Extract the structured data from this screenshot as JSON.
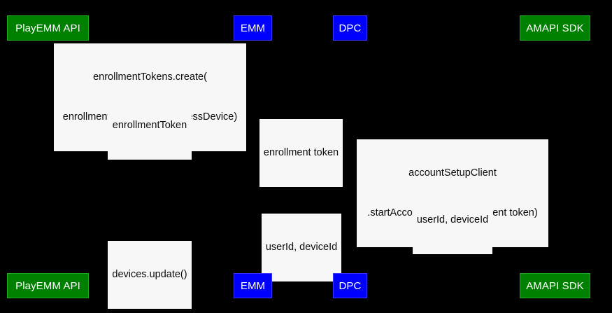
{
  "diagram": {
    "type": "uml-sequence-diagram",
    "background_color": "#000000",
    "participant_colors": {
      "green_fill": "#008000",
      "green_border": "#22aa22",
      "blue_fill": "#0000ff",
      "blue_border": "#3a3aff",
      "participant_text": "#ffffff",
      "label_fill": "#f7f7f7",
      "label_text": "#0c0c0c"
    },
    "participants_top": [
      {
        "label": "PlayEMM API",
        "color": "green"
      },
      {
        "label": "EMM",
        "color": "blue"
      },
      {
        "label": "DPC",
        "color": "blue"
      },
      {
        "label": "AMAPI SDK",
        "color": "green"
      }
    ],
    "participants_bottom": [
      {
        "label": "PlayEMM API",
        "color": "green"
      },
      {
        "label": "EMM",
        "color": "blue"
      },
      {
        "label": "DPC",
        "color": "blue"
      },
      {
        "label": "AMAPI SDK",
        "color": "green"
      }
    ],
    "messages": [
      {
        "line1": "enrollmentTokens.create(",
        "line2": "enrollmentTokenType=userlessDevice)"
      },
      {
        "line1": "enrollmentToken",
        "line2": ""
      },
      {
        "line1": "enrollment token",
        "line2": ""
      },
      {
        "line1": "accountSetupClient",
        "line2": ".startAccountSetup(entrollment token)"
      },
      {
        "line1": "userId, deviceId",
        "line2": ""
      },
      {
        "line1": "userId, deviceId",
        "line2": ""
      },
      {
        "line1": "devices.update()",
        "line2": ""
      }
    ]
  }
}
